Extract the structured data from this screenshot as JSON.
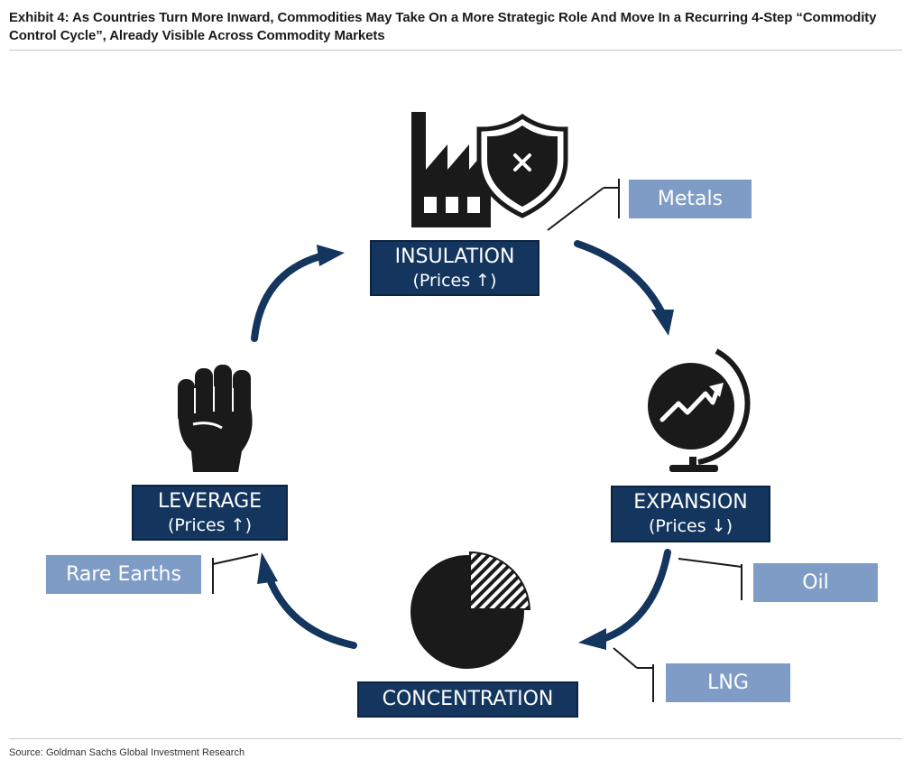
{
  "header": {
    "title": "Exhibit 4: As Countries Turn More Inward, Commodities May Take On a More Strategic Role And Move In a Recurring 4-Step “Commodity Control Cycle”, Already Visible Across Commodity Markets"
  },
  "stages": {
    "insulation": {
      "name": "INSULATION",
      "sub": "(Prices ↑)"
    },
    "expansion": {
      "name": "EXPANSION",
      "sub": "(Prices ↓)"
    },
    "concentration": {
      "name": "CONCENTRATION"
    },
    "leverage": {
      "name": "LEVERAGE",
      "sub": "(Prices ↑)"
    }
  },
  "tags": {
    "metals": "Metals",
    "oil": "Oil",
    "lng": "LNG",
    "rare_earths": "Rare Earths"
  },
  "icons": {
    "insulation": "factory-shield-icon",
    "expansion": "globe-growth-icon",
    "concentration": "pie-chart-icon",
    "leverage": "raised-fist-icon"
  },
  "colors": {
    "stage_fill": "#13355e",
    "tag_fill": "#7f9cc6",
    "arrow": "#13355e",
    "icon": "#1a1a1a"
  },
  "footer": {
    "source": "Source: Goldman Sachs Global Investment Research"
  }
}
